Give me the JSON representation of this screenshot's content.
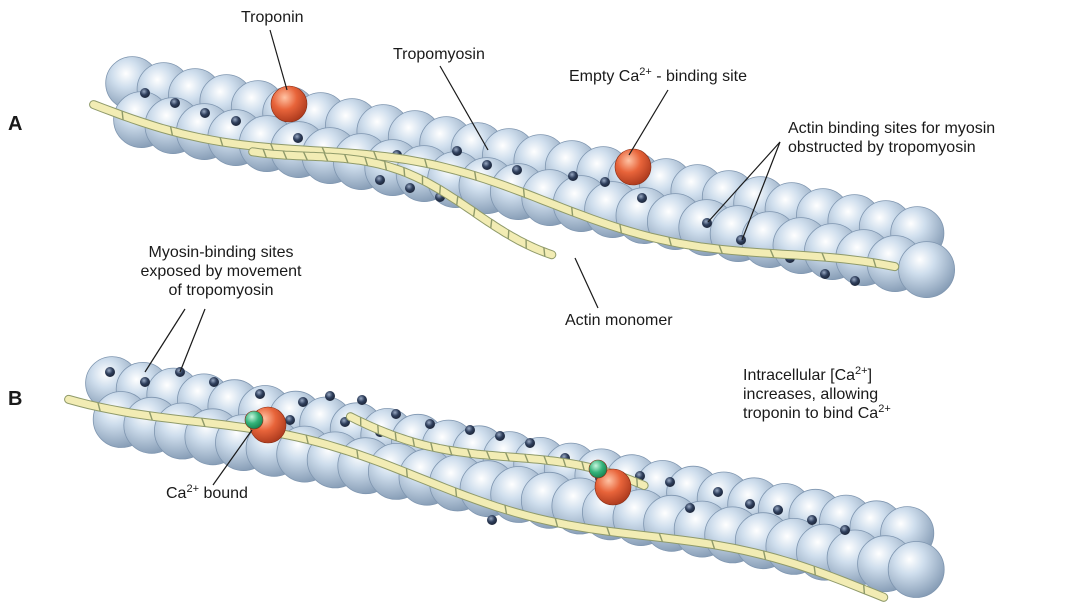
{
  "panels": {
    "a": "A",
    "b": "B"
  },
  "labels": {
    "troponin": "Troponin",
    "tropomyosin": "Tropomyosin",
    "empty_site_pre": "Empty Ca",
    "empty_site_sup": "2+",
    "empty_site_post": " - binding site",
    "actin_sites_line1": "Actin binding sites for myosin",
    "actin_sites_line2": "obstructed by tropomyosin",
    "myosin_sites_line1": "Myosin-binding sites",
    "myosin_sites_line2": "exposed by movement",
    "myosin_sites_line3": "of tropomyosin",
    "actin_monomer": "Actin monomer",
    "intracellular_line1_pre": "Intracellular [Ca",
    "intracellular_line1_sup": "2+",
    "intracellular_line1_post": "]",
    "intracellular_line2": "increases, allowing",
    "intracellular_line3_pre": "troponin to bind Ca",
    "intracellular_line3_sup": "2+",
    "ca_bound_pre": "Ca",
    "ca_bound_sup": "2+",
    "ca_bound_post": " bound"
  },
  "colors": {
    "actin": "#b9cde0",
    "actin_dark": "#7f96b0",
    "site": "#2f3f5c",
    "tropomyosin": "#f2ecb4",
    "tropomyosin_stripe": "#8f9a6a",
    "troponin": "#e8643a",
    "calcium": "#34b37a"
  }
}
